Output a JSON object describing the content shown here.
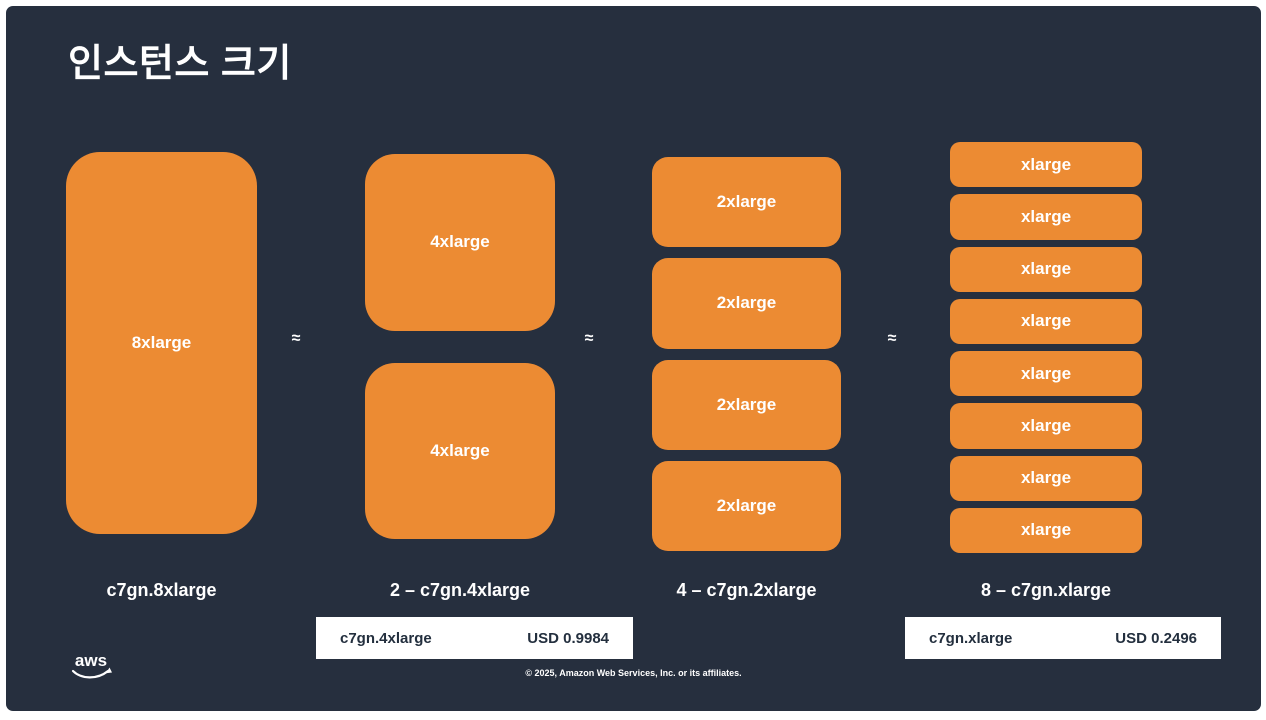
{
  "slide": {
    "title": "인스턴스 크기",
    "approx": "≈",
    "columns": [
      {
        "caption": "c7gn.8xlarge",
        "boxes": [
          "8xlarge"
        ]
      },
      {
        "caption": "2 – c7gn.4xlarge",
        "boxes": [
          "4xlarge",
          "4xlarge"
        ]
      },
      {
        "caption": "4 – c7gn.2xlarge",
        "boxes": [
          "2xlarge",
          "2xlarge",
          "2xlarge",
          "2xlarge"
        ]
      },
      {
        "caption": "8 – c7gn.xlarge",
        "boxes": [
          "xlarge",
          "xlarge",
          "xlarge",
          "xlarge",
          "xlarge",
          "xlarge",
          "xlarge",
          "xlarge"
        ]
      }
    ],
    "price_tags": [
      {
        "instance": "c7gn.4xlarge",
        "price": "USD 0.9984"
      },
      {
        "instance": "c7gn.xlarge",
        "price": "USD 0.2496"
      }
    ],
    "footer": "© 2025, Amazon Web Services, Inc. or its affiliates.",
    "logo_text": "aws",
    "colors": {
      "page": "#FFFFFF",
      "background": "#262F3E",
      "box": "#EC8B33",
      "price_text": "#232F3E"
    }
  }
}
